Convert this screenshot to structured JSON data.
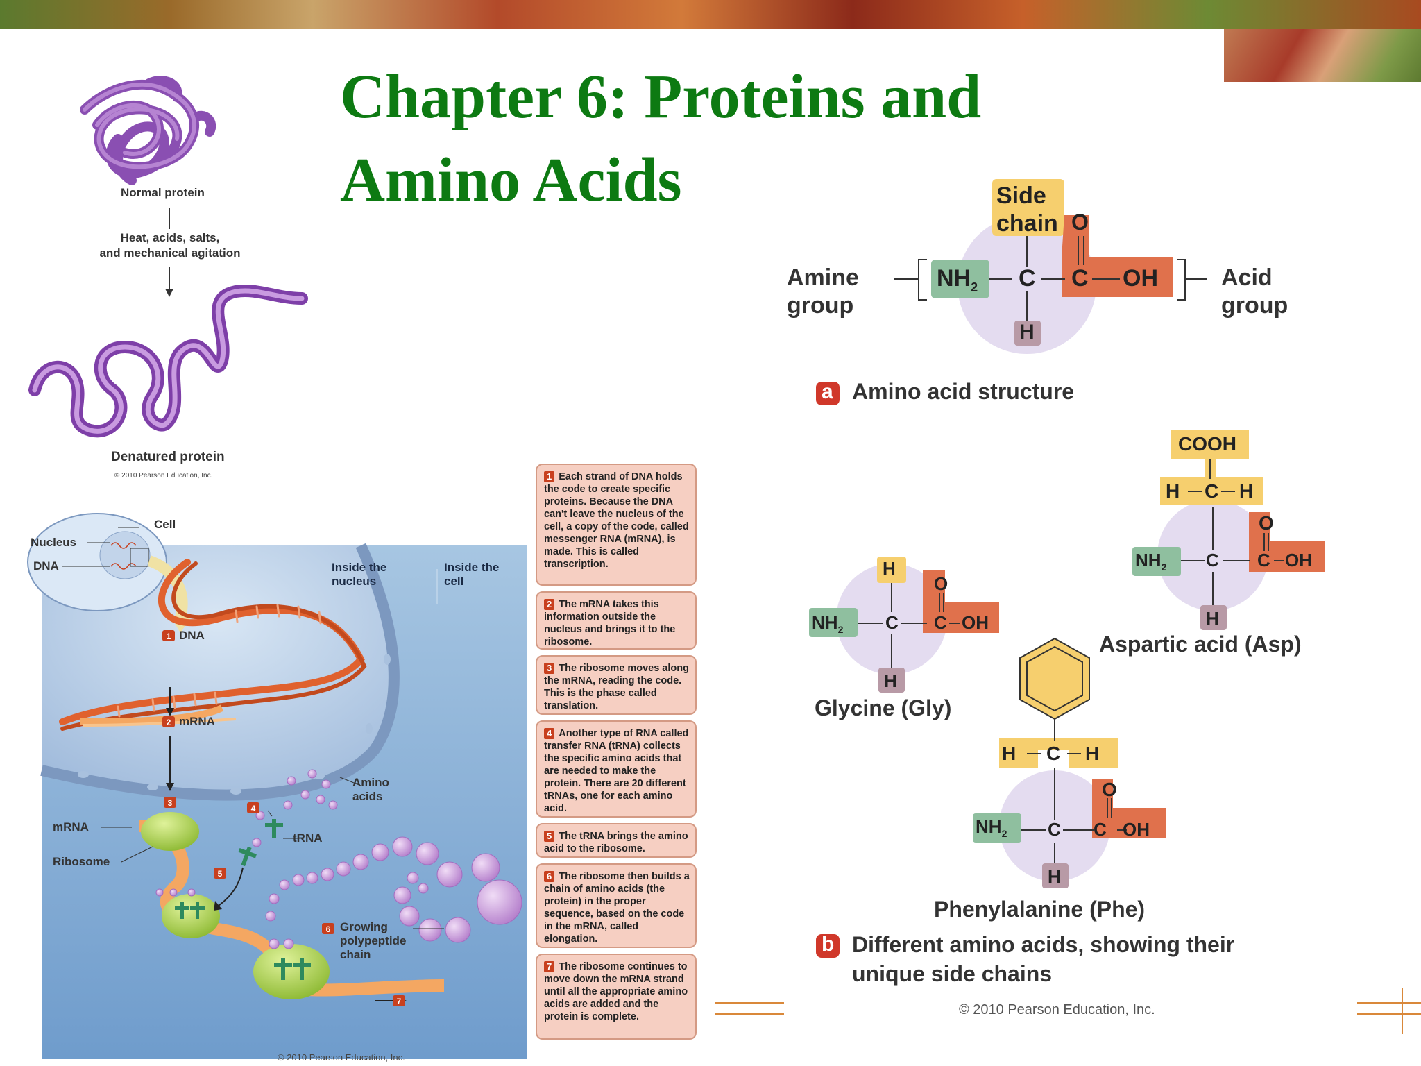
{
  "slide": {
    "title_line1": "Chapter 6: Proteins and",
    "title_line2": "Amino Acids"
  },
  "denaturation": {
    "normal_label": "Normal protein",
    "cause_line1": "Heat, acids, salts,",
    "cause_line2": "and mechanical agitation",
    "denatured_label": "Denatured protein",
    "copyright": "© 2010 Pearson Education, Inc."
  },
  "synthesis": {
    "cell_label": "Cell",
    "nucleus_label": "Nucleus",
    "dna_label": "DNA",
    "inside_nucleus": "Inside the nucleus",
    "inside_cell": "Inside the cell",
    "step1_label": "DNA",
    "step2_label": "mRNA",
    "mrna_label": "mRNA",
    "ribosome_label": "Ribosome",
    "amino_acids_label": "Amino acids",
    "trna_label": "tRNA",
    "growing_label": "Growing polypeptide chain",
    "copyright": "© 2010 Pearson Education, Inc.",
    "steps": [
      {
        "n": "1",
        "text": "Each strand of DNA holds the code to create specific proteins. Because the DNA can't leave the nucleus of the cell, a copy of the code, called messenger RNA (mRNA), is made. This is called transcription."
      },
      {
        "n": "2",
        "text": "The mRNA takes this information outside the nucleus and brings it to the ribosome."
      },
      {
        "n": "3",
        "text": "The ribosome moves along the mRNA, reading the code. This is the phase called translation."
      },
      {
        "n": "4",
        "text": "Another type of RNA called transfer RNA (tRNA) collects the specific amino acids that are needed to make the protein. There are 20 different tRNAs, one for each amino acid."
      },
      {
        "n": "5",
        "text": "The tRNA brings the amino acid to the ribosome."
      },
      {
        "n": "6",
        "text": "The ribosome then builds a chain of amino acids (the protein) in the proper sequence, based on the code in the mRNA, called elongation."
      },
      {
        "n": "7",
        "text": "The ribosome continues to move down the mRNA strand until all the appropriate amino acids are added and the protein is complete."
      }
    ]
  },
  "amino": {
    "side_chain_1": "Side",
    "side_chain_2": "chain",
    "amine_1": "Amine",
    "amine_2": "group",
    "acid_1": "Acid",
    "acid_2": "group",
    "nh2": "NH",
    "nh2_sub": "2",
    "c": "C",
    "h": "H",
    "o": "O",
    "oh": "OH",
    "cooh": "COOH",
    "badge_a": "a",
    "structure_caption": "Amino acid structure",
    "glycine": "Glycine (Gly)",
    "aspartic": "Aspartic acid (Asp)",
    "phenylalanine": "Phenylalanine (Phe)",
    "badge_b": "b",
    "caption_b_1": "Different amino acids, showing their",
    "caption_b_2": "unique side chains",
    "copyright": "© 2010 Pearson Education, Inc."
  },
  "colors": {
    "title_green": "#0d7a12",
    "amine_green": "#8fbf9f",
    "acid_orange": "#e0714c",
    "side_yellow": "#f6cf6e",
    "h_mauve": "#b89aa6",
    "circle_lavender": "#e4dcf0",
    "badge_red": "#d0382a",
    "box_pink": "#f6cfc2",
    "protein_purple": "#a56ec8"
  }
}
